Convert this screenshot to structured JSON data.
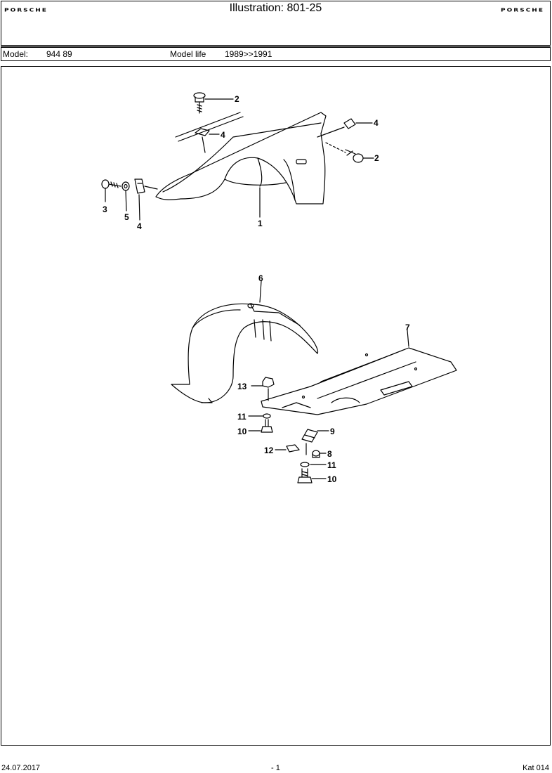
{
  "header": {
    "brand_left": "PORSCHE",
    "title": "Illustration: 801-25",
    "brand_right": "PORSCHE"
  },
  "model_bar": {
    "model_label": "Model:",
    "model_value": "944 89",
    "life_label": "Model life",
    "life_value": "1989>>1991"
  },
  "diagram": {
    "callouts": [
      "2",
      "4",
      "4",
      "2",
      "3",
      "5",
      "4",
      "1",
      "6",
      "7",
      "13",
      "11",
      "10",
      "9",
      "12",
      "8",
      "11",
      "10"
    ]
  },
  "footer": {
    "date": "24.07.2017",
    "page": "- 1",
    "catalog": "Kat 014"
  }
}
